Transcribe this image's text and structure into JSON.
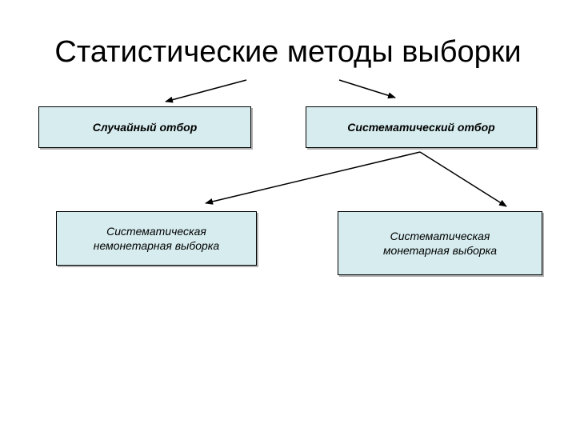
{
  "title": "Статистические методы выборки",
  "nodes": {
    "random": {
      "label": "Случайный отбор"
    },
    "systematic": {
      "label": "Систематический отбор"
    },
    "nonmonetary": {
      "label": "Систематическая\nнемонетарная выборка"
    },
    "monetary": {
      "label": "Систематическая\nмонетарная выборка"
    }
  },
  "colors": {
    "box_fill": "#d6ecee",
    "border": "#000000",
    "text": "#000000",
    "arrow": "#000000"
  }
}
